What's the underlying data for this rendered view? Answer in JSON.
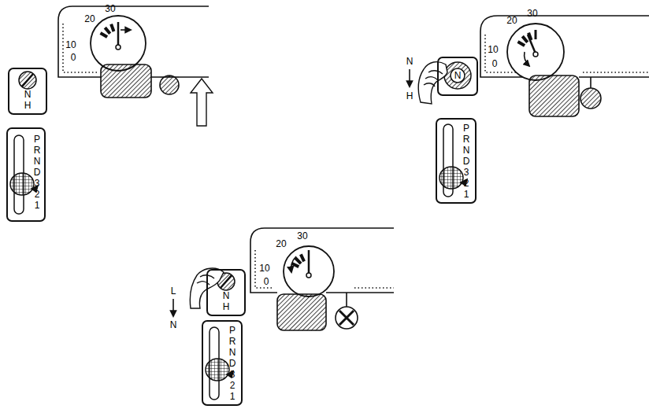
{
  "diagram": {
    "nodes": [
      {
        "text": [
          "N H"
        ]
      },
      {
        "text": [
          "P R N D 3 2 1"
        ]
      },
      {
        "text": [
          "N"
        ]
      },
      {
        "text": [
          "P R N D 3 2 1"
        ]
      },
      {
        "text": [
          "N H"
        ]
      },
      {
        "text": [
          "P R N D 3 2 1"
        ]
      }
    ],
    "labels": [
      "0",
      "10",
      "20",
      "30",
      "0",
      "10",
      "20",
      "30",
      "N",
      "H",
      "0",
      "10",
      "20",
      "30",
      "L",
      "N"
    ]
  }
}
